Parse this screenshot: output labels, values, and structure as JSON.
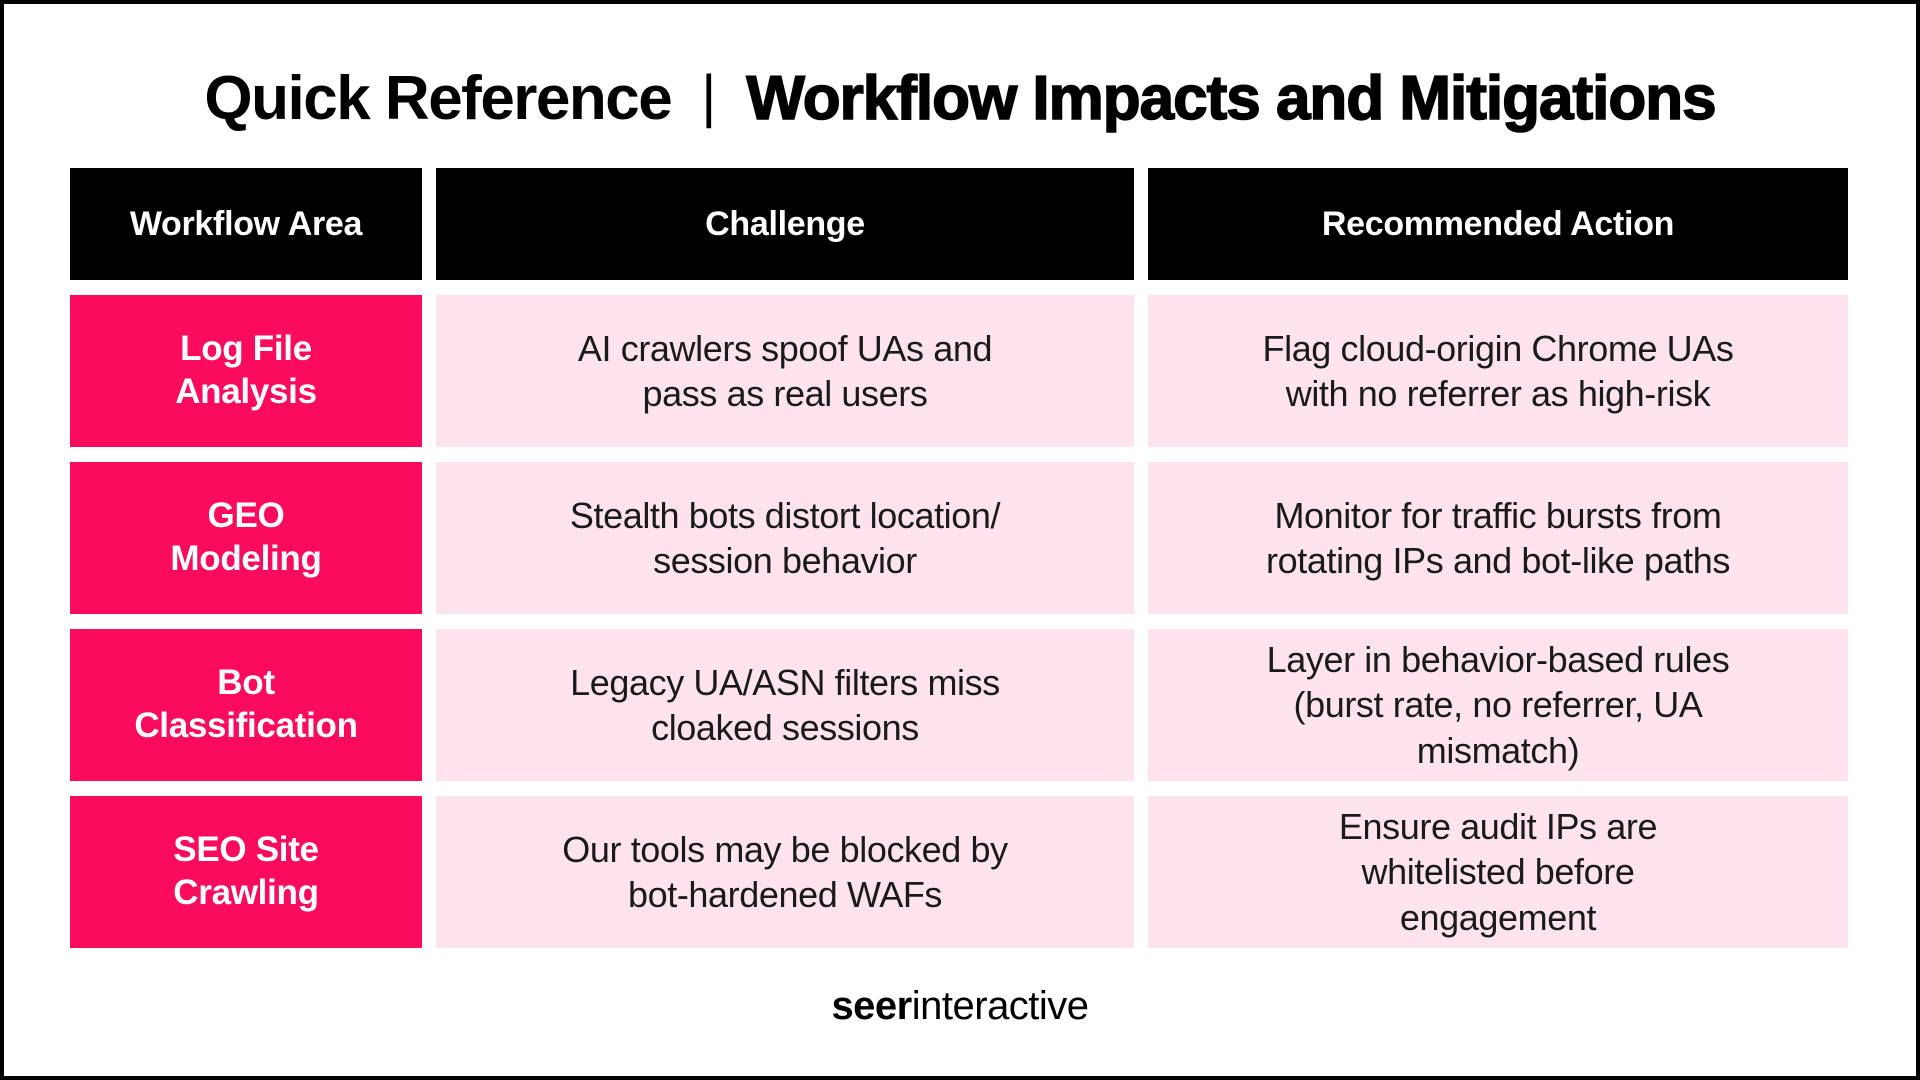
{
  "title": {
    "prefix": "Quick Reference",
    "separator": "|",
    "highlight": "Workflow Impacts and Mitigations"
  },
  "colors": {
    "brand_pink": "#FB0B5D",
    "light_pink": "#FDE3EE",
    "header_bg": "#000000",
    "header_text": "#FFFFFF",
    "body_text": "#1A1A1A"
  },
  "table": {
    "headers": [
      "Workflow Area",
      "Challenge",
      "Recommended Action"
    ],
    "rows": [
      {
        "area": [
          "Log File",
          "Analysis"
        ],
        "challenge": [
          "AI crawlers spoof UAs and",
          "pass as real users"
        ],
        "action": [
          "Flag cloud-origin Chrome UAs",
          "with no referrer as high-risk"
        ]
      },
      {
        "area": [
          "GEO",
          "Modeling"
        ],
        "challenge": [
          "Stealth bots distort location/",
          "session behavior"
        ],
        "action": [
          "Monitor for traffic bursts from",
          "rotating IPs and bot-like paths"
        ]
      },
      {
        "area": [
          "Bot",
          "Classification"
        ],
        "challenge": [
          "Legacy UA/ASN filters miss",
          "cloaked sessions"
        ],
        "action": [
          "Layer in behavior-based rules",
          "(burst rate, no referrer, UA",
          "mismatch)"
        ]
      },
      {
        "area": [
          "SEO Site",
          "Crawling"
        ],
        "challenge": [
          "Our tools may be blocked by",
          "bot-hardened WAFs"
        ],
        "action": [
          "Ensure audit IPs are",
          "whitelisted before",
          "engagement"
        ]
      }
    ]
  },
  "footer": {
    "brand_bold": "seer",
    "brand_light": "interactive"
  }
}
